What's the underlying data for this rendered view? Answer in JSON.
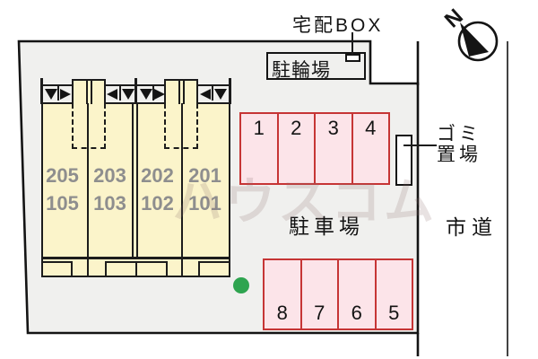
{
  "labels": {
    "delivery_box": "宅配BOX",
    "bicycle_parking": "駐輪場",
    "parking_area": "駐車場",
    "garbage_line1": "ゴミ",
    "garbage_line2": "置場",
    "city_road": "市道"
  },
  "compass": {
    "north_label": "N"
  },
  "watermark": "ハウスコム",
  "building": {
    "upper_floor_units": [
      "205",
      "203",
      "202",
      "201"
    ],
    "lower_floor_units": [
      "105",
      "103",
      "102",
      "101"
    ]
  },
  "parking": {
    "upper_row": [
      "1",
      "2",
      "3",
      "4"
    ],
    "lower_row": [
      "8",
      "7",
      "6",
      "5"
    ]
  },
  "colors": {
    "building_fill": "#FBF4CA",
    "site_fill": "#F0F0EE",
    "parking_fill": "#FCE4E9",
    "parking_border": "#C63535",
    "unit_number_gray": "#8E8E8E",
    "tree_green": "#2EA44F",
    "line_black": "#141414"
  }
}
